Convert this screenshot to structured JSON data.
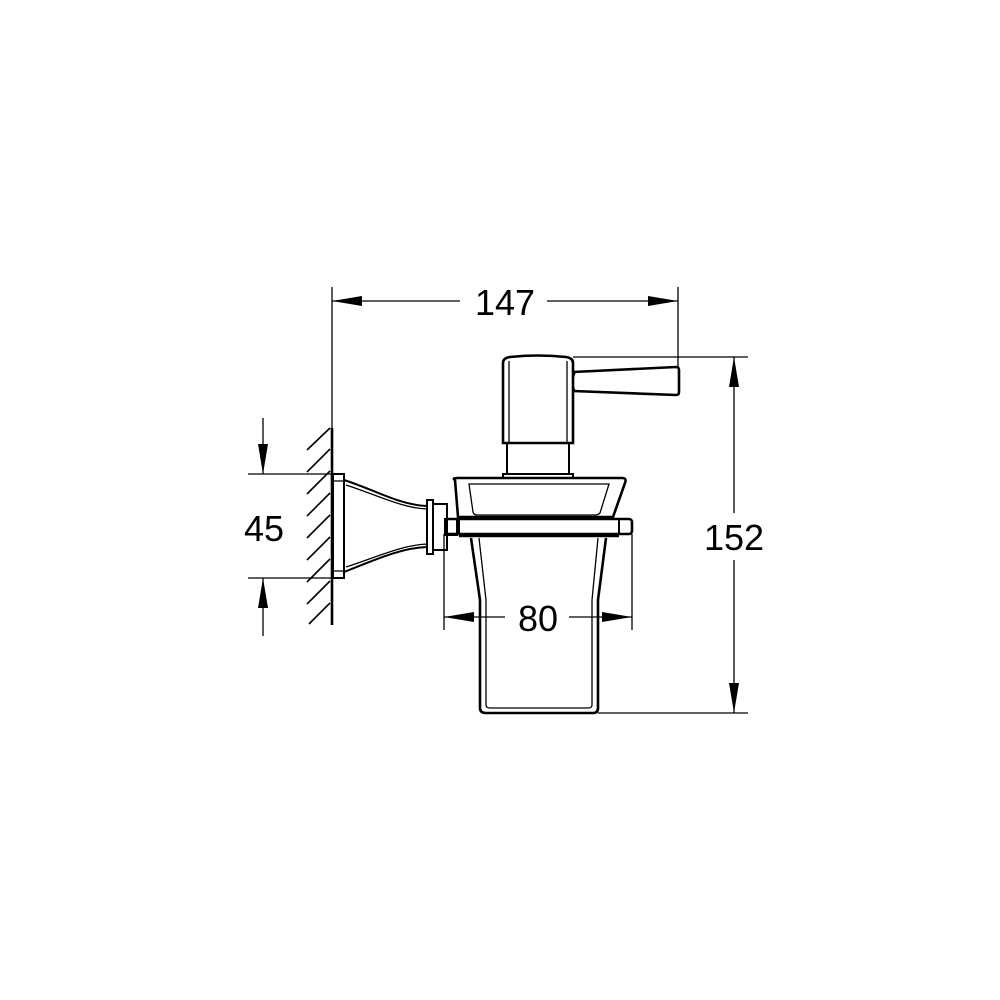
{
  "drawing": {
    "subject": "wall-mounted soap dispenser",
    "colors": {
      "line": "#000000",
      "background": "#ffffff"
    },
    "dimensions": {
      "overall_depth": {
        "label": "147",
        "orientation": "horizontal"
      },
      "overall_height": {
        "label": "152",
        "orientation": "vertical"
      },
      "cup_width": {
        "label": "80",
        "orientation": "horizontal"
      },
      "wall_plate_height": {
        "label": "45",
        "orientation": "vertical"
      }
    }
  }
}
